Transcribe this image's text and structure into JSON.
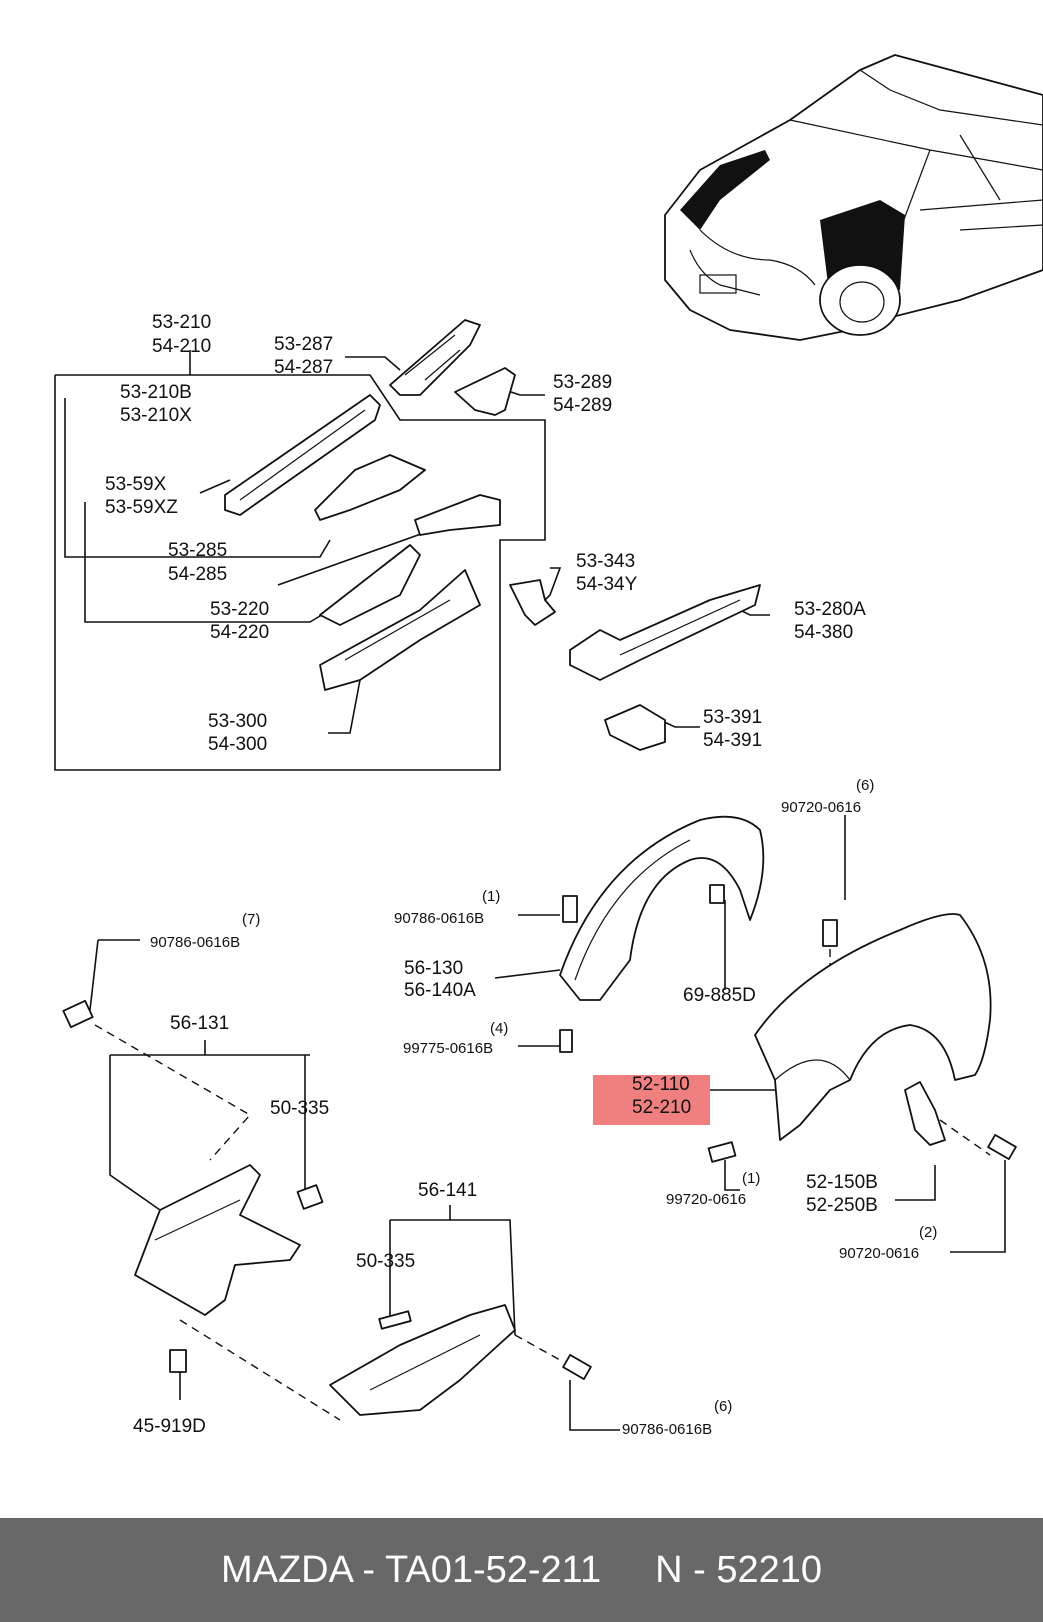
{
  "labels": {
    "l53_210": "53-210",
    "l54_210": "54-210",
    "l53_287": "53-287",
    "l54_287": "54-287",
    "l53_289": "53-289",
    "l54_289": "54-289",
    "l53_210b": "53-210B",
    "l53_210x": "53-210X",
    "l53_59x": "53-59X",
    "l53_59xz": "53-59XZ",
    "l53_285": "53-285",
    "l54_285": "54-285",
    "l53_220": "53-220",
    "l54_220": "54-220",
    "l53_300": "53-300",
    "l54_300": "54-300",
    "l53_343": "53-343",
    "l54_34y": "54-34Y",
    "l53_280a": "53-280A",
    "l54_380": "54-380",
    "l53_391": "53-391",
    "l54_391": "54-391",
    "q6a": "(6)",
    "p90720_0616a": "90720-0616",
    "q1a": "(1)",
    "p90786_0616b_a": "90786-0616B",
    "l56_130": "56-130",
    "l56_140a": "56-140A",
    "l69_885d": "69-885D",
    "q4": "(4)",
    "p99775_0616b": "99775-0616B",
    "q7": "(7)",
    "p90786_0616b_b": "90786-0616B",
    "l56_131": "56-131",
    "l50_335a": "50-335",
    "l52_110": "52-110",
    "l52_210": "52-210",
    "q1b": "(1)",
    "p99720_0616": "99720-0616",
    "l52_150b": "52-150B",
    "l52_250b": "52-250B",
    "q2": "(2)",
    "p90720_0616b": "90720-0616",
    "l56_141": "56-141",
    "l50_335b": "50-335",
    "l45_919d": "45-919D",
    "q6b": "(6)",
    "p90786_0616b_c": "90786-0616B"
  },
  "highlight_color": "#f08080",
  "footer": {
    "part": "MAZDA - TA01-52-211",
    "oem": "N - 52210"
  }
}
